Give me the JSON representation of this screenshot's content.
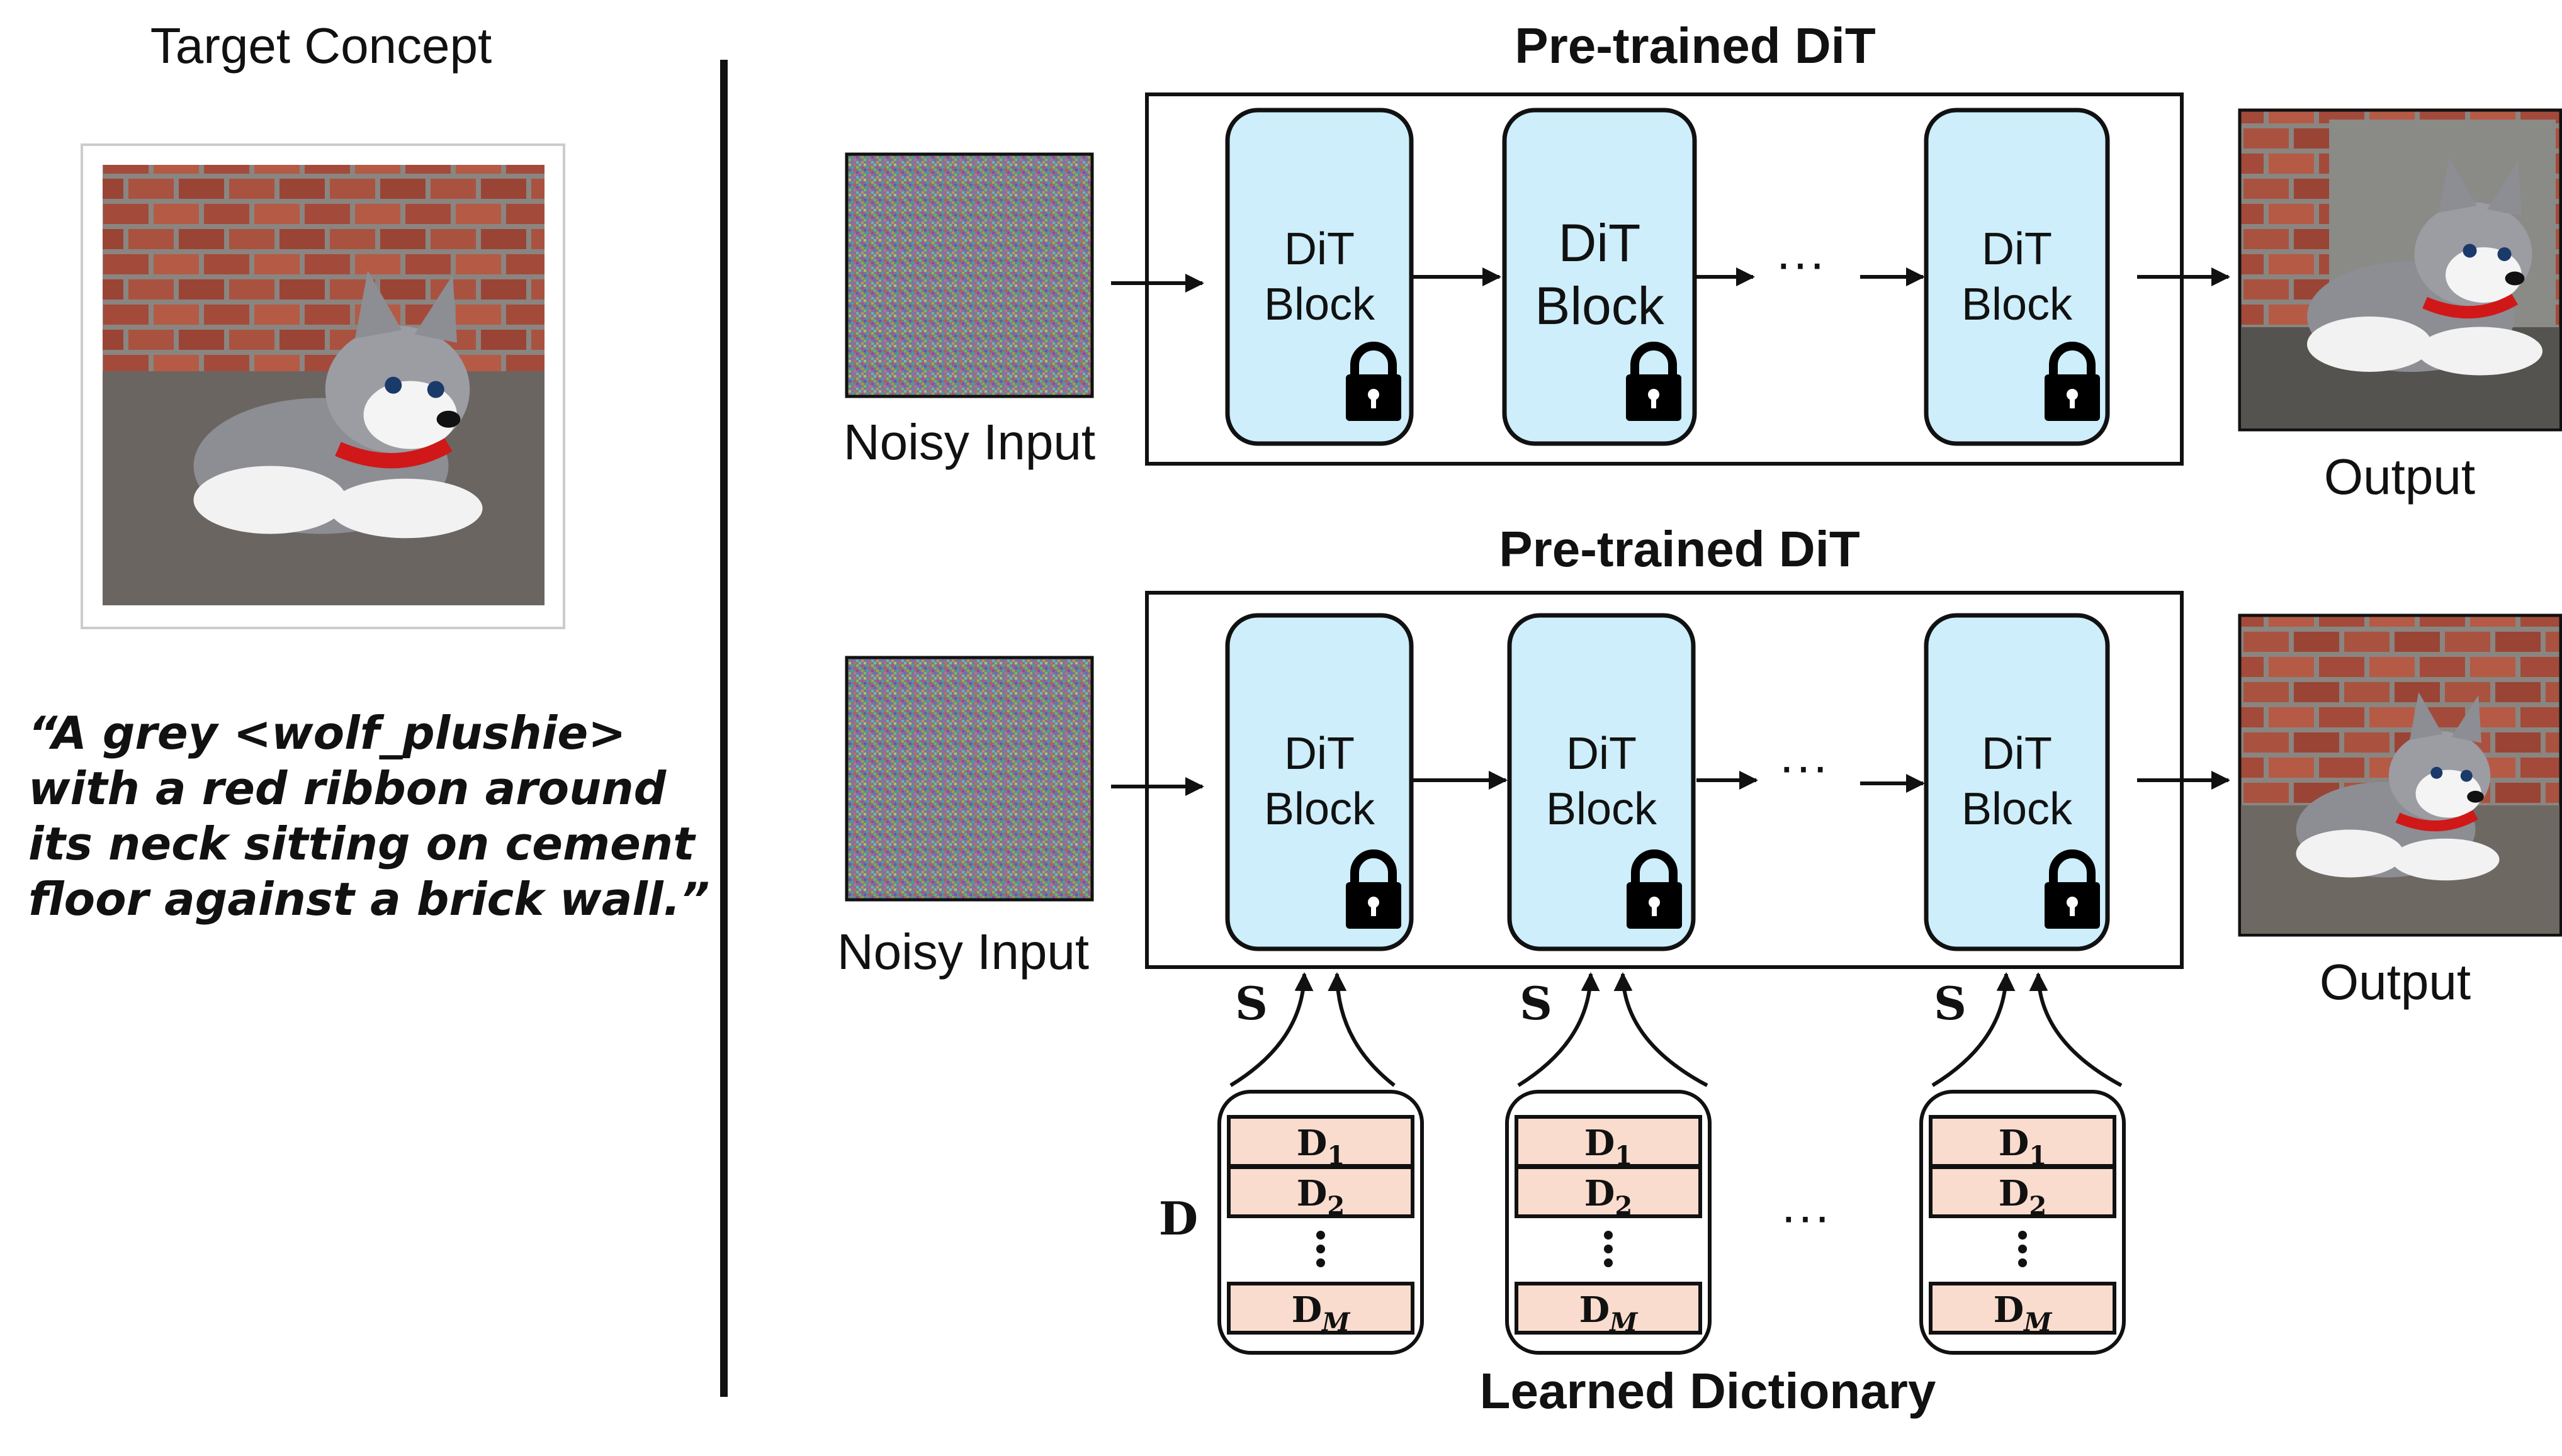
{
  "left_panel": {
    "title": "Target Concept",
    "prompt_lines": [
      "“A grey <wolf_plushie>",
      "with a red ribbon around",
      "its neck sitting on cement",
      "floor against a brick wall.”"
    ]
  },
  "top_pipeline": {
    "title": "Pre-trained DiT",
    "input_label": "Noisy Input",
    "output_label": "Output",
    "block_label_line1": "DiT",
    "block_label_line2": "Block",
    "ellipsis": "···"
  },
  "bottom_pipeline": {
    "title": "Pre-trained DiT",
    "input_label": "Noisy Input",
    "output_label": "Output",
    "block_label_line1": "DiT",
    "block_label_line2": "Block",
    "ellipsis": "···",
    "s_label": "S",
    "d_label": "D",
    "dict_ellipsis": "···",
    "dictionary_entries": [
      "D",
      "D",
      "D"
    ],
    "dictionary_subscripts": [
      "1",
      "2",
      "M"
    ],
    "dictionary_caption": "Learned Dictionary"
  },
  "colors": {
    "block_fill": "#cdeefa",
    "dictionary_row_fill": "#f9dccd",
    "stroke": "#111111"
  },
  "icons": [
    "lock-icon",
    "noise-image",
    "photo"
  ]
}
